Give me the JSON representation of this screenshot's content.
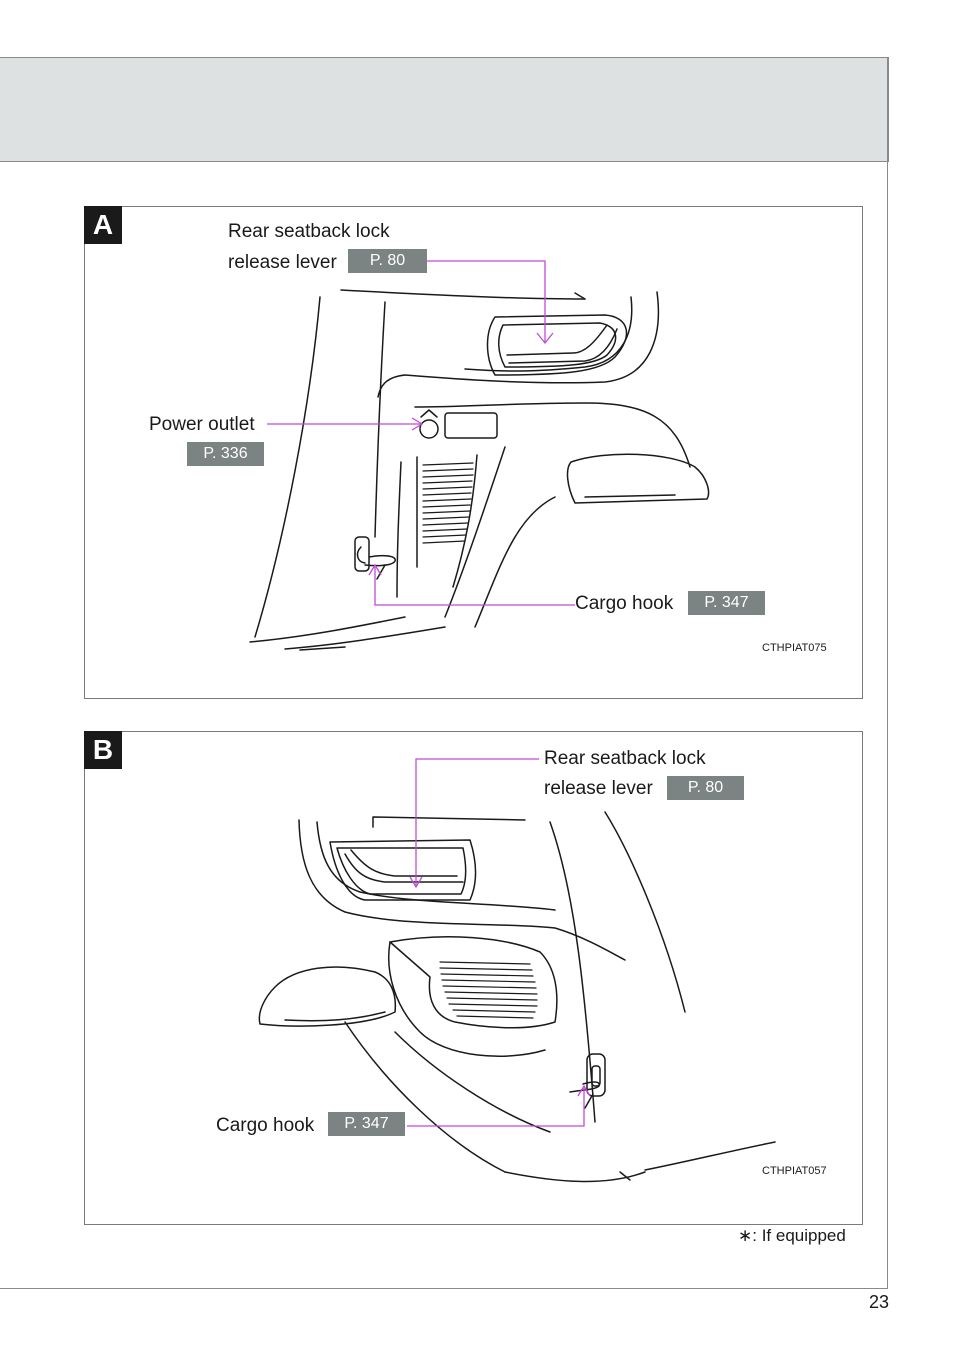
{
  "panels": {
    "a": {
      "tag": "A",
      "lever_label_line1": "Rear seatback lock",
      "lever_label_line2": "release lever",
      "lever_ref": "P. 80",
      "outlet_label": "Power outlet",
      "outlet_ref": "P. 336",
      "hook_label": "Cargo hook",
      "hook_ref": "P. 347",
      "image_code": "CTHPIAT075"
    },
    "b": {
      "tag": "B",
      "lever_label_line1": "Rear seatback lock",
      "lever_label_line2": "release lever",
      "lever_ref": "P. 80",
      "hook_label": "Cargo hook",
      "hook_ref": "P. 347",
      "image_code": "CTHPIAT057"
    }
  },
  "footnote": "∗: If equipped",
  "page_number": "23",
  "colors": {
    "leader": "#c04ad8",
    "ref_badge": "#7b8383",
    "header_band": "#dee1e1"
  }
}
